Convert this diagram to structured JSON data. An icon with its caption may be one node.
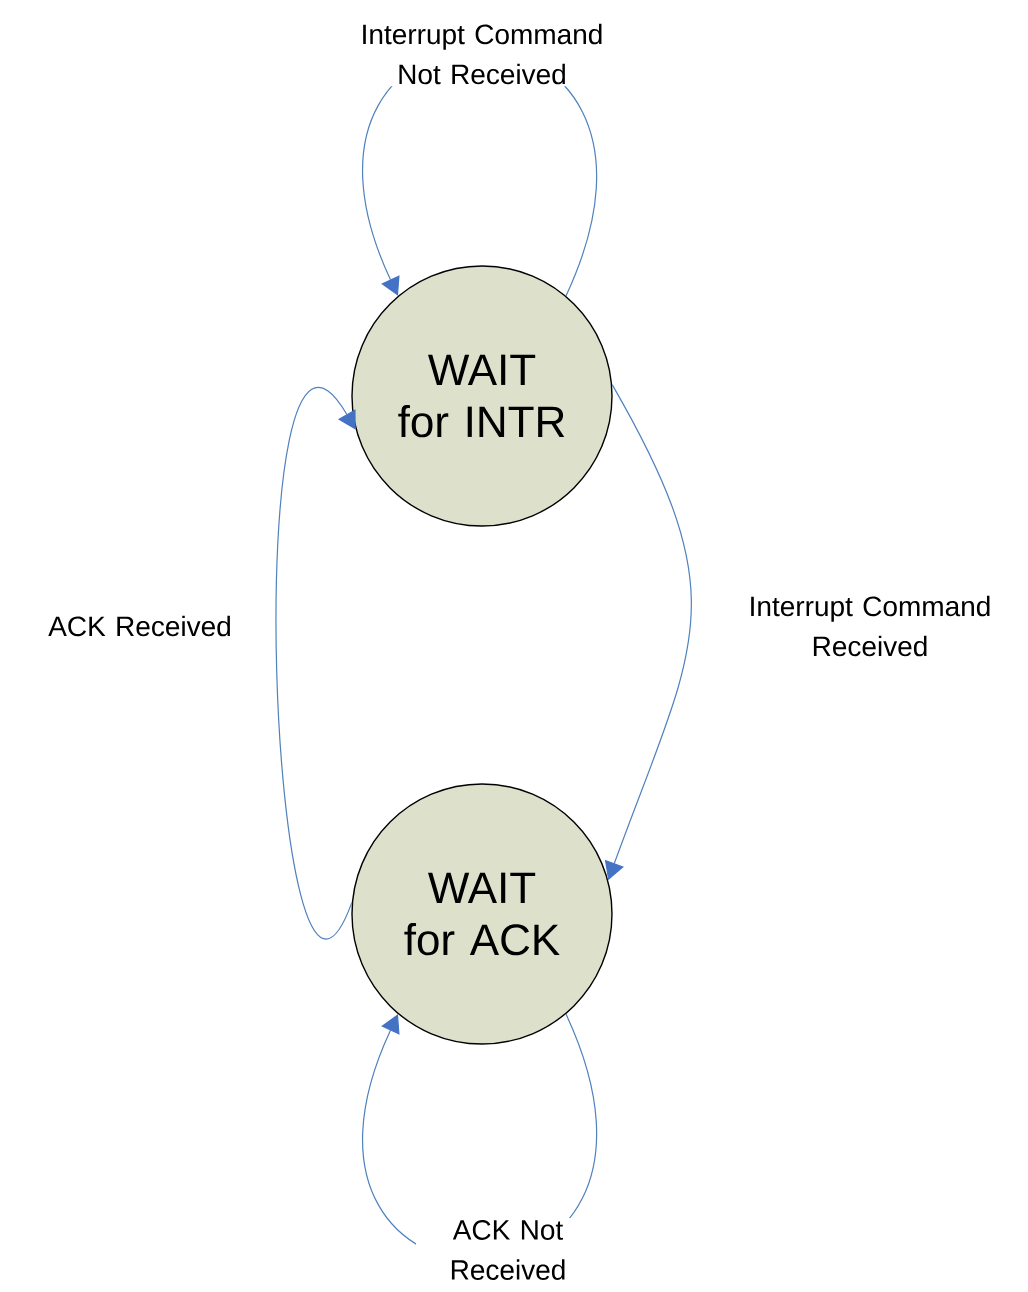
{
  "diagram": {
    "nodes": [
      {
        "text": [
          "WAIT for INTR"
        ]
      },
      {
        "text": [
          "WAIT for ACK"
        ]
      }
    ],
    "edges": [
      {
        "from": 0,
        "to": 0,
        "arrow": "to",
        "label": "Interrupt Command Not Received"
      },
      {
        "from": 0,
        "to": 1,
        "arrow": "to",
        "label": "Interrupt Command Received"
      },
      {
        "from": 1,
        "to": 0,
        "arrow": "to",
        "label": "ACK Received"
      },
      {
        "from": 1,
        "to": 1,
        "arrow": "to",
        "label": "ACK Not Received"
      }
    ]
  }
}
